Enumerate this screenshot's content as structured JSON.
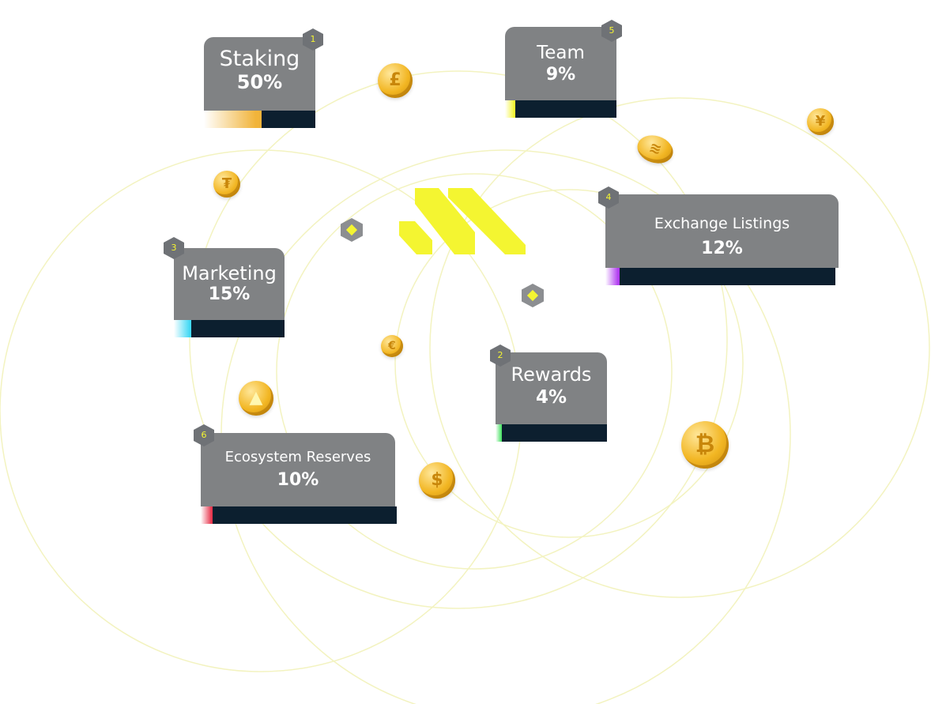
{
  "chart_data": {
    "type": "pie",
    "categories": [
      "Staking",
      "Rewards",
      "Marketing",
      "Exchange Listings",
      "Team",
      "Ecosystem Reserves"
    ],
    "values": [
      50,
      4,
      15,
      12,
      9,
      10
    ],
    "unit": "%",
    "slices": [
      {
        "index": "1",
        "name": "Staking",
        "value": 50,
        "label": "50%",
        "color": "#f1b43a"
      },
      {
        "index": "2",
        "name": "Rewards",
        "value": 4,
        "label": "4%",
        "color": "#4fe36a"
      },
      {
        "index": "3",
        "name": "Marketing",
        "value": 15,
        "label": "15%",
        "color": "#43d9f5"
      },
      {
        "index": "4",
        "name": "Exchange Listings",
        "value": 12,
        "label": "12%",
        "color": "#b23df1"
      },
      {
        "index": "5",
        "name": "Team",
        "value": 9,
        "label": "9%",
        "color": "#f4f531"
      },
      {
        "index": "6",
        "name": "Ecosystem Reserves",
        "value": 10,
        "label": "10%",
        "color": "#e8374f"
      }
    ]
  },
  "colors": {
    "accent": "#f4f531",
    "card": "#808284",
    "bar_bg": "#0c1f2f",
    "ring": "#f3f3c0"
  },
  "decor": {
    "logo": "brand-logo-icon",
    "coins": [
      "pound-coin-icon",
      "yen-coin-icon",
      "solana-coin-icon",
      "tether-coin-icon",
      "euro-coin-icon",
      "avalanche-coin-icon",
      "dollar-coin-icon",
      "bitcoin-coin-icon"
    ],
    "coin_glyphs": {
      "pound": "£",
      "yen": "¥",
      "tether": "₮",
      "euro": "€",
      "dollar": "$",
      "bitcoin": "₿"
    }
  }
}
